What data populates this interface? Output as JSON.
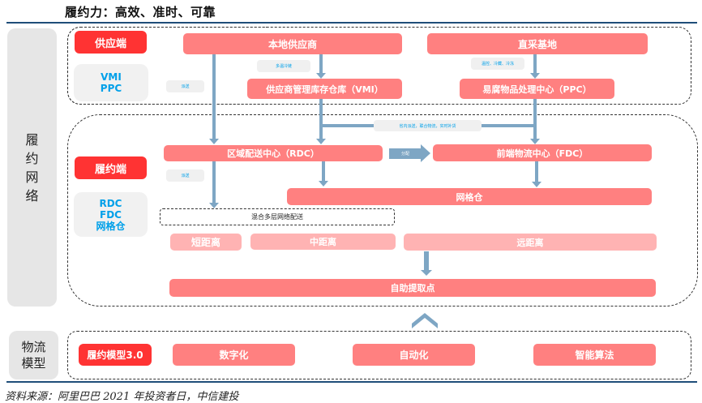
{
  "header": {
    "title": "履约力：高效、准时、可靠"
  },
  "side_labels": {
    "network": "履约网络",
    "model": "物流模型"
  },
  "supply": {
    "label": "供应端",
    "types": [
      "VMI",
      "PPC"
    ],
    "nodes": {
      "local_supplier": "本地供应商",
      "direct_base": "直采基地",
      "vmi": "供应商管理库存仓库（VMI）",
      "ppc": "易腐物品处理中心（PPC）"
    },
    "tags": {
      "dispatch": "派送",
      "multi_temp": "多温冷链",
      "temp_control": "温控、冷藏、冷冻"
    }
  },
  "fulfillment": {
    "label": "履约端",
    "types": [
      "RDC",
      "FDC",
      "网格仓"
    ],
    "nodes": {
      "rdc": "区域配送中心（RDC）",
      "fdc": "前端物流中心（FDC）",
      "grid": "网格仓",
      "mixed": "混合多层网络配送",
      "short": "短距离",
      "medium": "中距离",
      "long": "远距离",
      "pickup": "自助提取点"
    },
    "tags": {
      "province": "省内派送，联合物流，实时补货",
      "allocate": "分配",
      "dispatch": "派送"
    }
  },
  "model": {
    "label": "履约模型3.0",
    "items": [
      "数字化",
      "自动化",
      "智能算法"
    ]
  },
  "footer": {
    "source": "资料来源：阿里巴巴 2021 年投资者日，中信建投"
  },
  "colors": {
    "primary_red": "#ff3333",
    "node_pink": "#ff8080",
    "light_pink": "#ffb3b3",
    "arrow_blue": "#7ea6c4",
    "tag_blue": "#00a0e9",
    "rule_navy": "#1f4e79"
  }
}
